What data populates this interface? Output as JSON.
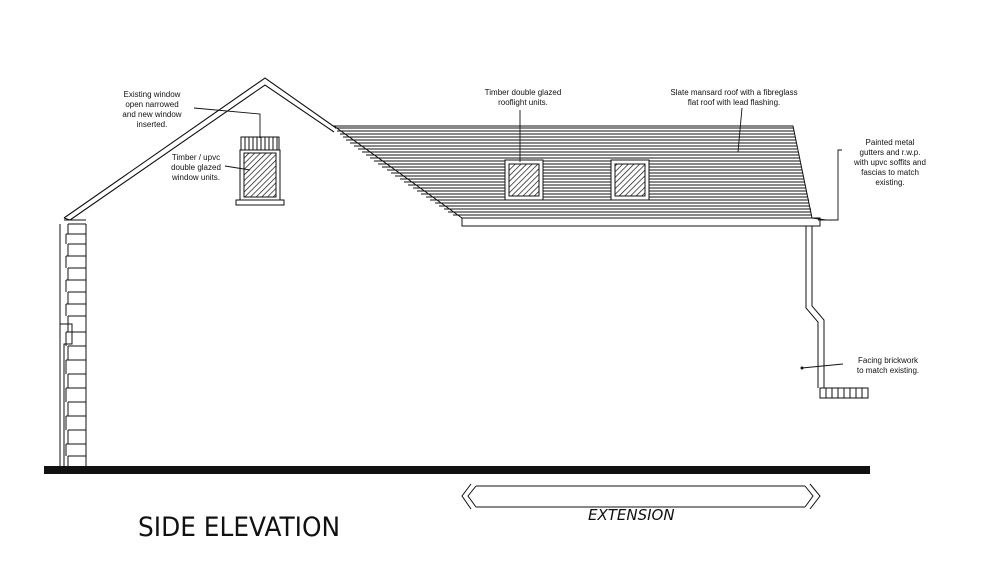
{
  "drawing": {
    "title": "SIDE ELEVATION",
    "extension_label": "EXTENSION",
    "line_color": "#111111",
    "notes": {
      "existing_window": "Existing window\nopen narrowed\nand new window\ninserted.",
      "timber_upvc": "Timber / upvc\ndouble glazed\nwindow units.",
      "rooflight": "Timber double glazed\nrooflight units.",
      "slate_roof": "Slate mansard roof with a fibreglass\nflat roof with lead flashing.",
      "gutters": "Painted metal\ngutters and r.w.p.\nwith upvc soffits and\nfascias to match\nexisting.",
      "brickwork": "Facing brickwork\nto match existing."
    }
  }
}
